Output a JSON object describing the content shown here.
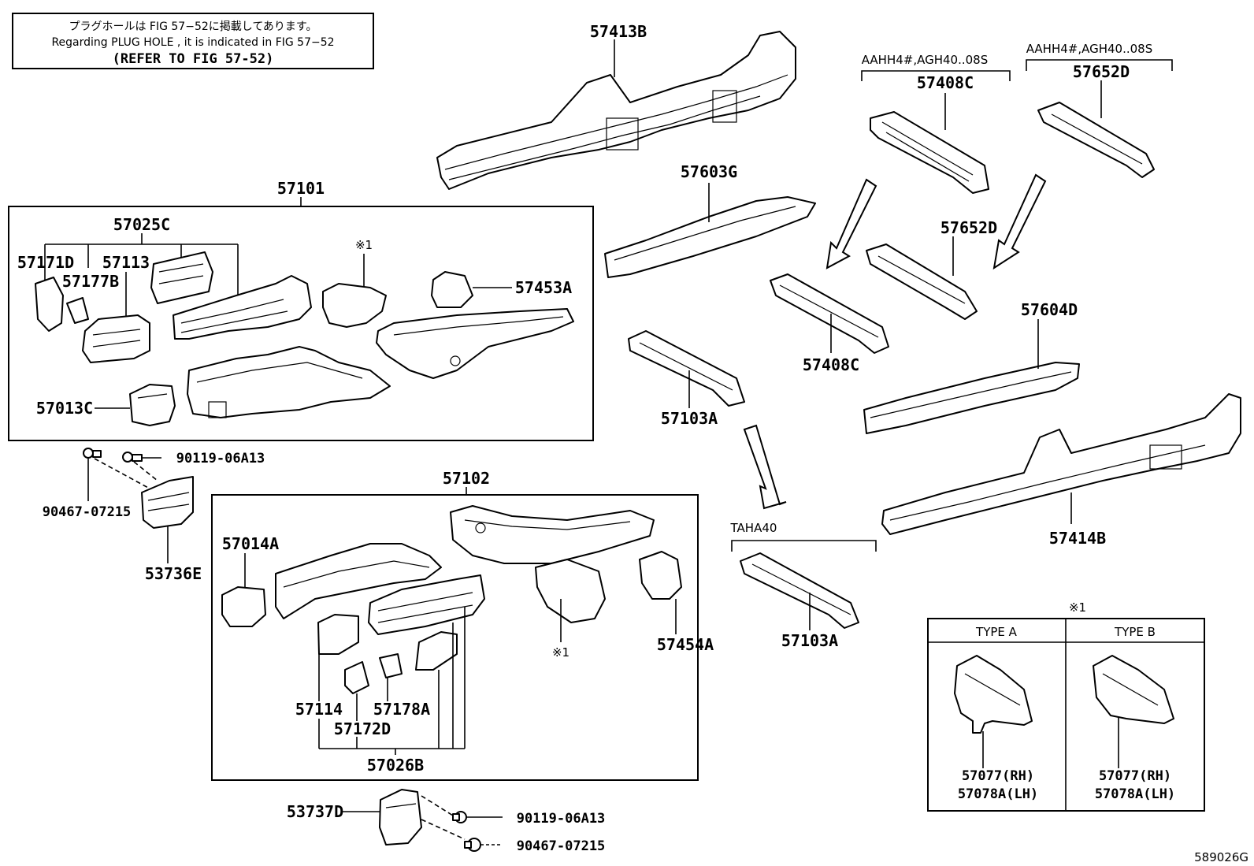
{
  "note": {
    "line1": "プラグホールは FIG 57−52に掲載してあります。",
    "line2": "Regarding PLUG HOLE , it is indicated in FIG 57−52",
    "line3": "(REFER TO FIG 57-52)"
  },
  "labels": {
    "p57413B": "57413B",
    "p57408C_top": "57408C",
    "p57652D_top": "57652D",
    "p57101": "57101",
    "p57025C": "57025C",
    "p57171D": "57171D",
    "p57113": "57113",
    "p57177B": "57177B",
    "p57453A": "57453A",
    "p57013C": "57013C",
    "p57603G": "57603G",
    "p57652D_mid": "57652D",
    "p57408C_mid": "57408C",
    "p57103A_mid": "57103A",
    "p57604D": "57604D",
    "p57414B": "57414B",
    "p90119_top": "90119-06A13",
    "p90467_top": "90467-07215",
    "p53736E": "53736E",
    "p57102": "57102",
    "p57014A": "57014A",
    "p57114": "57114",
    "p57178A": "57178A",
    "p57172D": "57172D",
    "p57026B": "57026B",
    "p57454A": "57454A",
    "p57103A_low": "57103A",
    "p53737D": "53737D",
    "p90119_bot": "90119-06A13",
    "p90467_bot": "90467-07215",
    "ref_mark_a": "※1",
    "ref_mark_b": "※1",
    "ref_mark_c": "※1",
    "typeA_rh": "57077(RH)",
    "typeA_lh": "57078A(LH)",
    "typeB_rh": "57077(RH)",
    "typeB_lh": "57078A(LH)"
  },
  "headers": {
    "aahh_left": "AAHH4#,AGH40..08S",
    "aahh_right": "AAHH4#,AGH40..08S",
    "taha40": "TAHA40",
    "type_a": "TYPE A",
    "type_b": "TYPE B"
  },
  "figure_code": "589026G"
}
